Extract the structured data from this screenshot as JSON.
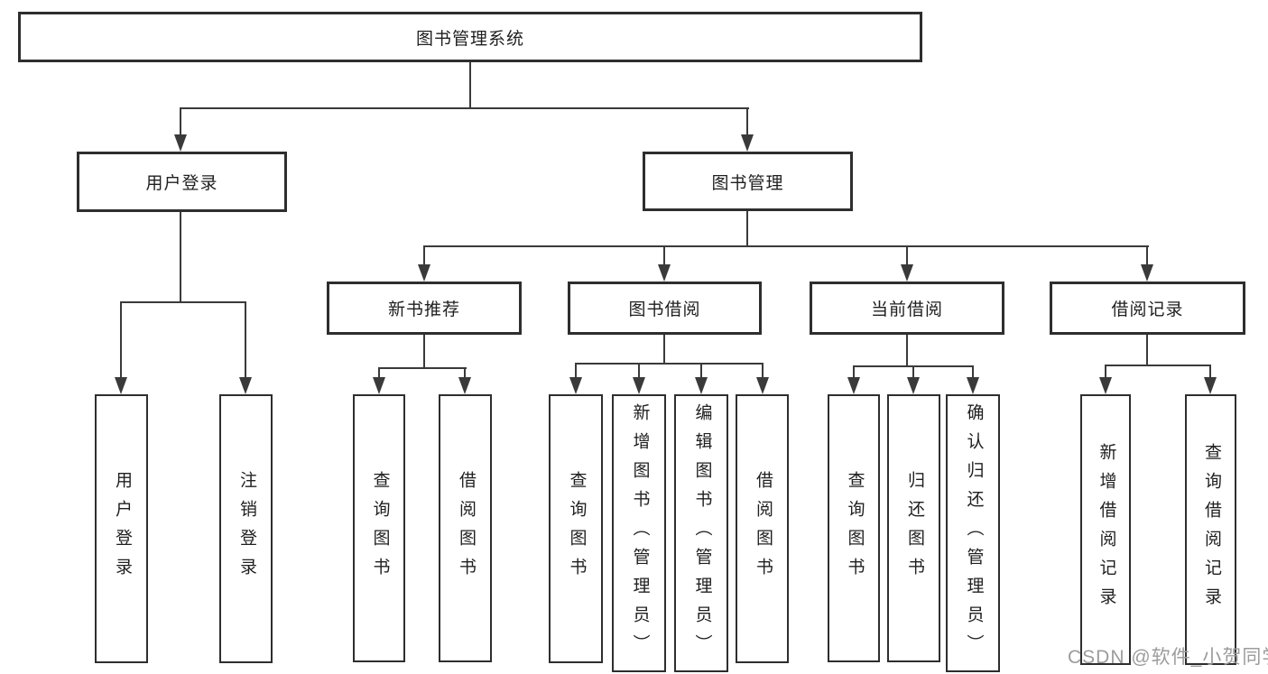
{
  "diagram": {
    "root": {
      "label": "图书管理系统"
    },
    "user_login": {
      "label": "用户登录",
      "leaves": [
        "用户登录",
        "注销登录"
      ]
    },
    "book_mgmt": {
      "label": "图书管理",
      "groups": {
        "new_books": {
          "label": "新书推荐",
          "leaves": [
            "查询图书",
            "借阅图书"
          ]
        },
        "borrow": {
          "label": "图书借阅",
          "leaves": [
            "查询图书",
            "新增图书（管理员）",
            "编辑图书（管理员）",
            "借阅图书"
          ]
        },
        "current": {
          "label": "当前借阅",
          "leaves": [
            "查询图书",
            "归还图书",
            "确认归还（管理员）"
          ]
        },
        "records": {
          "label": "借阅记录",
          "leaves": [
            "新增借阅记录",
            "查询借阅记录"
          ]
        }
      }
    },
    "watermark": {
      "text": "CSDN @软件_小贺同学"
    },
    "colors": {
      "line": "#3a3a3a",
      "border": "#2e2e2e",
      "text": "#1f1f1f",
      "watermark": "#9c9c9c"
    }
  }
}
